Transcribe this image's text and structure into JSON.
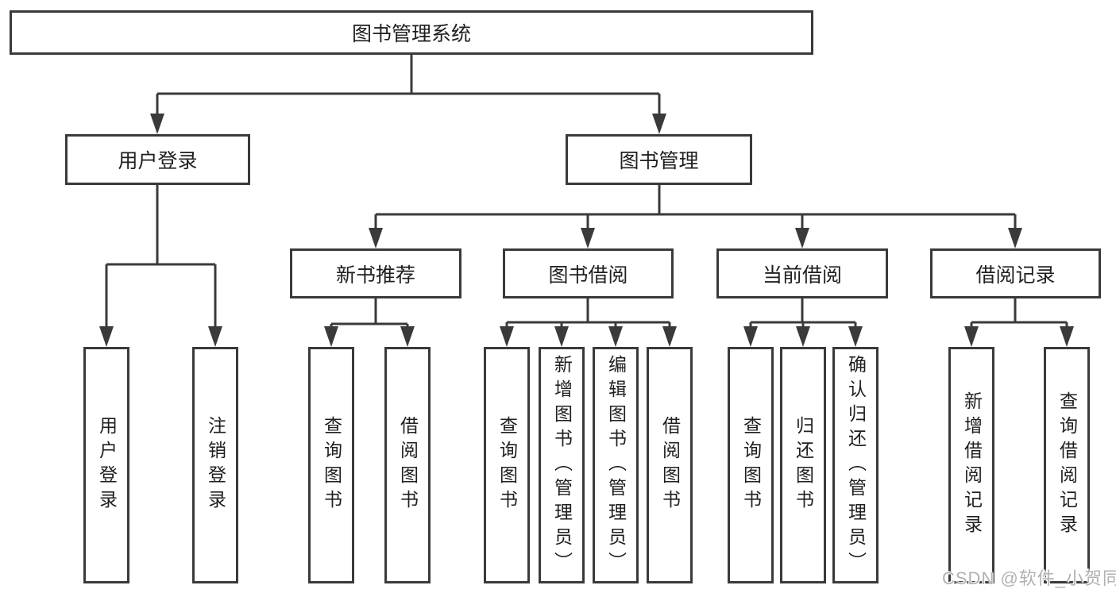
{
  "diagram": {
    "root": {
      "label": "图书管理系统"
    },
    "level2": [
      {
        "label": "用户登录"
      },
      {
        "label": "图书管理"
      }
    ],
    "level3": [
      {
        "label": "新书推荐"
      },
      {
        "label": "图书借阅"
      },
      {
        "label": "当前借阅"
      },
      {
        "label": "借阅记录"
      }
    ],
    "leaves": {
      "user_login": [
        {
          "label": "用户登录"
        },
        {
          "label": "注销登录"
        }
      ],
      "new_book": [
        {
          "label": "查询图书"
        },
        {
          "label": "借阅图书"
        }
      ],
      "book_borrow": [
        {
          "label": "查询图书"
        },
        {
          "label": "新增图书（管理员）"
        },
        {
          "label": "编辑图书（管理员）"
        },
        {
          "label": "借阅图书"
        }
      ],
      "current_borrow": [
        {
          "label": "查询图书"
        },
        {
          "label": "归还图书"
        },
        {
          "label": "确认归还（管理员）"
        }
      ],
      "borrow_records": [
        {
          "label": "新增借阅记录"
        },
        {
          "label": "查询借阅记录"
        }
      ]
    },
    "colors": {
      "line": "#3a3a3a",
      "text": "#1f1f1f",
      "background": "#ffffff",
      "watermark": "#b3b0b0"
    }
  },
  "watermark": {
    "text": "CSDN @软件_小贺同学"
  }
}
